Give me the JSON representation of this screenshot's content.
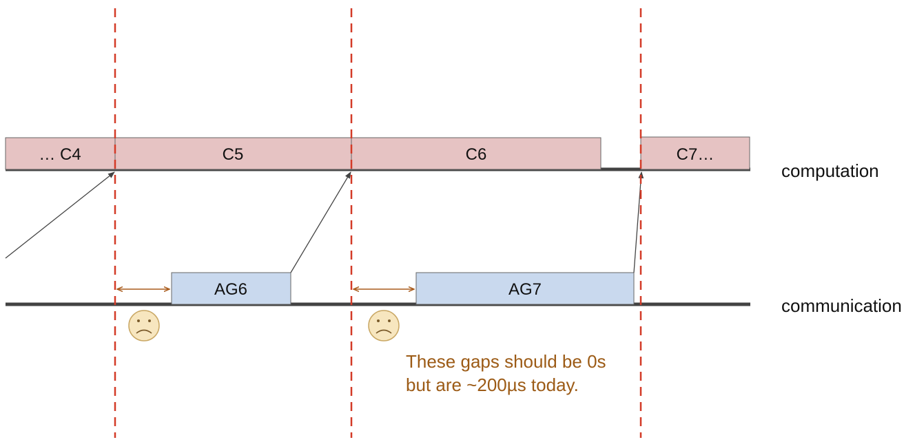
{
  "computation": {
    "label": "computation",
    "blocks": [
      {
        "label": "… C4"
      },
      {
        "label": "C5"
      },
      {
        "label": "C6"
      },
      {
        "label": "C7…"
      }
    ]
  },
  "communication": {
    "label": "communication",
    "blocks": [
      {
        "label": "AG6"
      },
      {
        "label": "AG7"
      }
    ]
  },
  "note": {
    "line1": "These gaps should be 0s",
    "line2": "but are ~200µs today."
  },
  "colors": {
    "computation_fill": "#e6c3c3",
    "communication_fill": "#c9d9ee",
    "block_stroke": "#666666",
    "lane_line": "#434343",
    "boundary": "#d33a27",
    "gap_arrow": "#a85a1a",
    "note": "#9c5b16",
    "face_fill": "#f7e6bf",
    "face_stroke": "#c9a763"
  }
}
